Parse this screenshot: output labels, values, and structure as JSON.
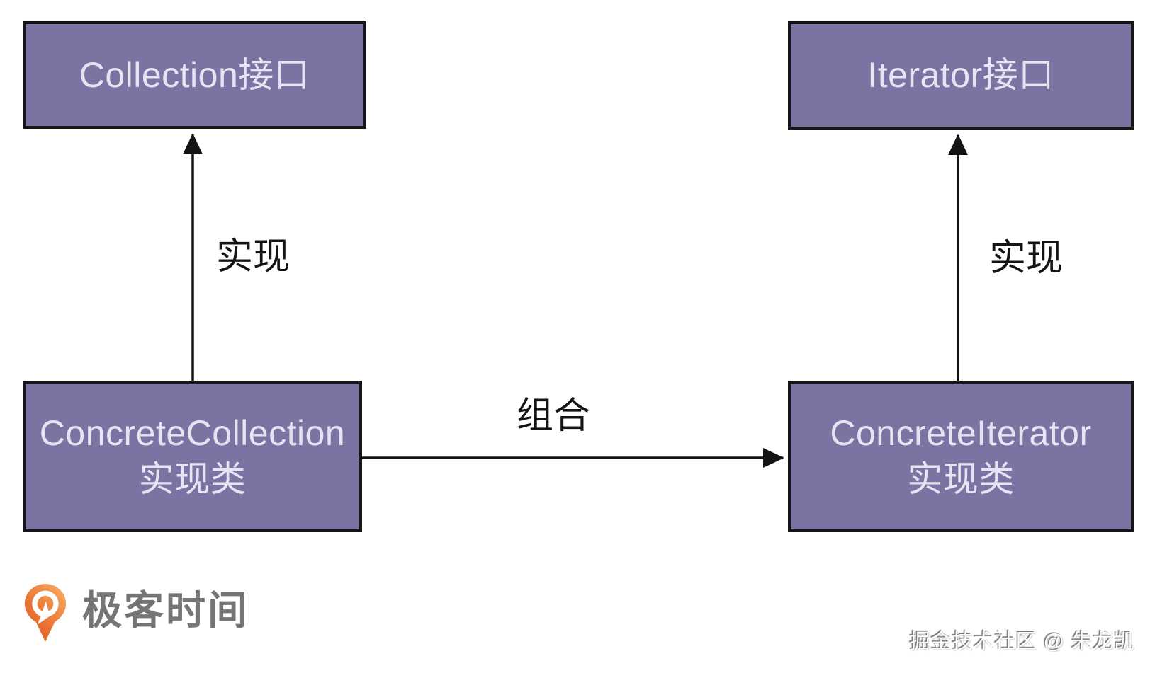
{
  "diagram": {
    "boxes": [
      {
        "id": "collection-interface",
        "lines": [
          "Collection接口"
        ]
      },
      {
        "id": "iterator-interface",
        "lines": [
          "Iterator接口"
        ]
      },
      {
        "id": "concrete-collection",
        "lines": [
          "ConcreteCollection",
          "实现类"
        ]
      },
      {
        "id": "concrete-iterator",
        "lines": [
          "ConcreteIterator",
          "实现类"
        ]
      }
    ],
    "edges": [
      {
        "id": "implements-left",
        "from": "concrete-collection",
        "to": "collection-interface",
        "label": "实现"
      },
      {
        "id": "implements-right",
        "from": "concrete-iterator",
        "to": "iterator-interface",
        "label": "实现"
      },
      {
        "id": "composition",
        "from": "concrete-collection",
        "to": "concrete-iterator",
        "label": "组合"
      }
    ]
  },
  "branding": {
    "logo_text": "极客时间",
    "logo_icon": "geektime-pin-icon"
  },
  "watermark": {
    "text": "掘金技术社区 @ 朱龙凯"
  },
  "colors": {
    "background": "#ffffff",
    "box_fill": "#7a74a2",
    "box_border": "#161616",
    "box_text": "#e7e3f2",
    "arrow": "#141414",
    "logo_orange_light": "#f6a45f",
    "logo_orange_dark": "#df5722",
    "logo_text_gray": "#757575"
  }
}
